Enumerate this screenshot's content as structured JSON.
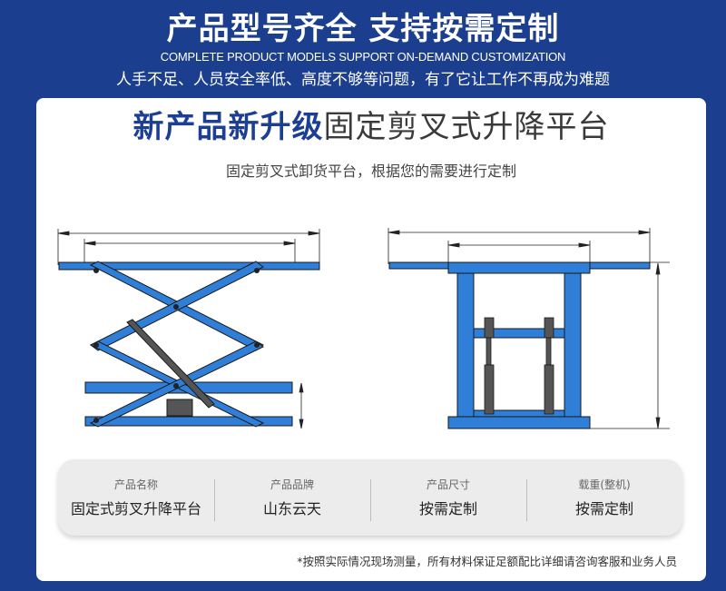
{
  "header": {
    "title": "产品型号齐全 支持按需定制",
    "subtitle_en": "COMPLETE PRODUCT MODELS SUPPORT ON-DEMAND CUSTOMIZATION",
    "tagline": "人手不足、人员安全率低、高度不够等问题，有了它让工作不再成为难题"
  },
  "card": {
    "title_highlight": "新产品新升级",
    "title_rest": "固定剪叉式升降平台",
    "subtitle": "固定剪叉式卸货平台，根据您的需要进行定制",
    "diagrams": [
      {
        "name": "side-view",
        "description": "scissor lift side elevation drawing"
      },
      {
        "name": "front-view",
        "description": "scissor lift front elevation drawing"
      }
    ],
    "specs": [
      {
        "label": "产品名称",
        "value": "固定式剪叉升降平台"
      },
      {
        "label": "产品品牌",
        "value": "山东云天"
      },
      {
        "label": "产品尺寸",
        "value": "按需定制"
      },
      {
        "label": "载重(整机)",
        "value": "按需定制"
      }
    ],
    "footnote": "*按照实际情况现场测量，所有材料保证足额配比详细请咨询客服和业务人员"
  },
  "colors": {
    "background": "#1b3f8e",
    "highlight_text": "#1c3f94",
    "lift_blue": "#2f7fd8",
    "card": "#ffffff",
    "spec_panel": "#ececec"
  }
}
